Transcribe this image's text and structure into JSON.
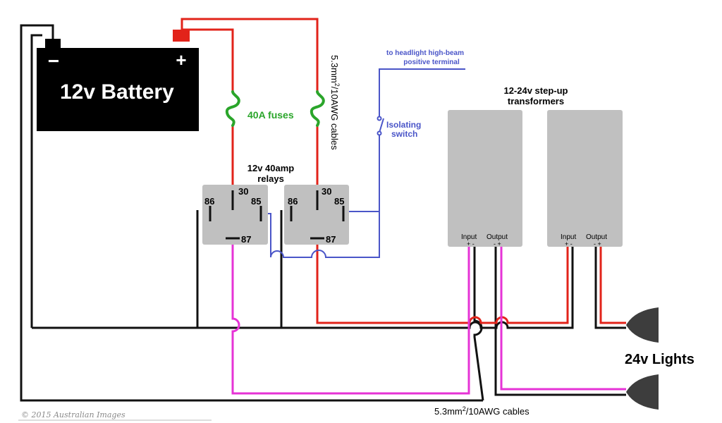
{
  "battery": {
    "label": "12v Battery",
    "neg_sign": "−",
    "pos_sign": "+"
  },
  "fuses": {
    "label": "40A fuses"
  },
  "cable_label_vertical": {
    "base": "5.3mm",
    "sup": "2",
    "rest": "/10AWG cables"
  },
  "relays": {
    "title_line1": "12v 40amp",
    "title_line2": "relays",
    "pins": [
      "30",
      "86",
      "85",
      "87"
    ]
  },
  "switch": {
    "line1": "Isolating",
    "line2": "switch"
  },
  "headlight": {
    "line1": "to headlight high-beam",
    "line2": "positive terminal"
  },
  "transformers": {
    "title_line1": "12-24v step-up",
    "title_line2": "transformers",
    "input_label": "Input",
    "output_label": "Output",
    "polarity": "+ -",
    "polarity_rev": "- +"
  },
  "lights": {
    "label": "24v Lights"
  },
  "cable_label_bottom": {
    "base": "5.3mm",
    "sup": "2",
    "rest": "/10AWG cables"
  },
  "copyright": {
    "text": "© 2015 Australian Images"
  },
  "colors": {
    "wire_black": "#111111",
    "wire_red": "#e2231a",
    "wire_magenta": "#e633d6",
    "wire_blue": "#4a55c8",
    "fuse_green": "#2aa52a",
    "box_grey": "#c0c0c0",
    "battery_black": "#000000",
    "terminal_red": "#e2231a",
    "lamp_grey": "#3d3d3d"
  }
}
